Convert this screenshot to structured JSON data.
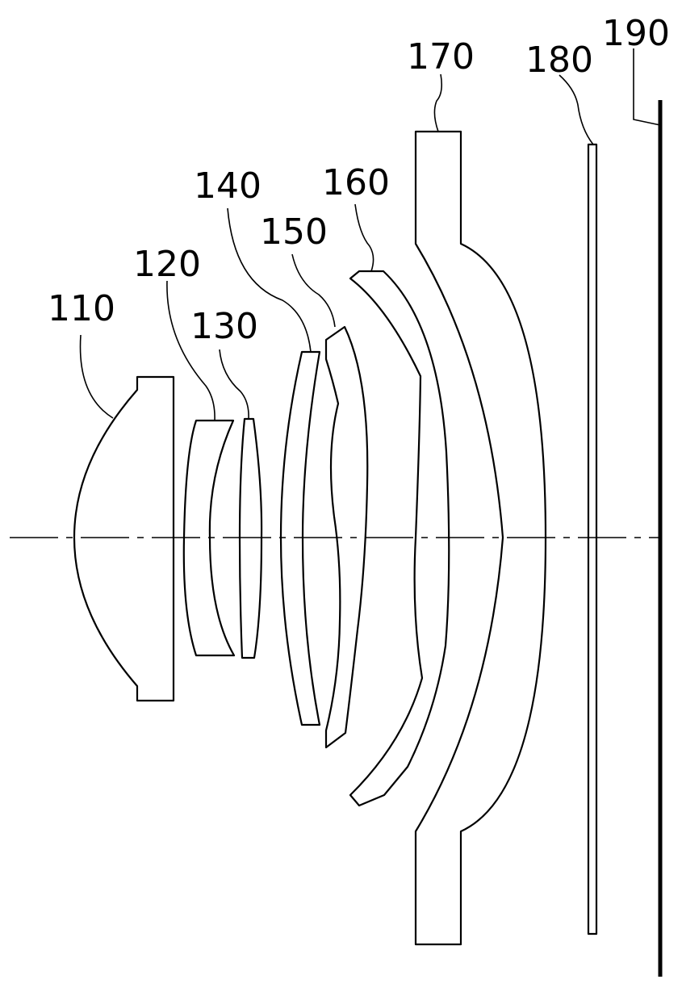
{
  "labels": {
    "l110": "110",
    "l120": "120",
    "l130": "130",
    "l140": "140",
    "l150": "150",
    "l160": "160",
    "l170": "170",
    "l180": "180",
    "l190": "190"
  },
  "colors": {
    "line": "#000000",
    "background": "#ffffff"
  }
}
